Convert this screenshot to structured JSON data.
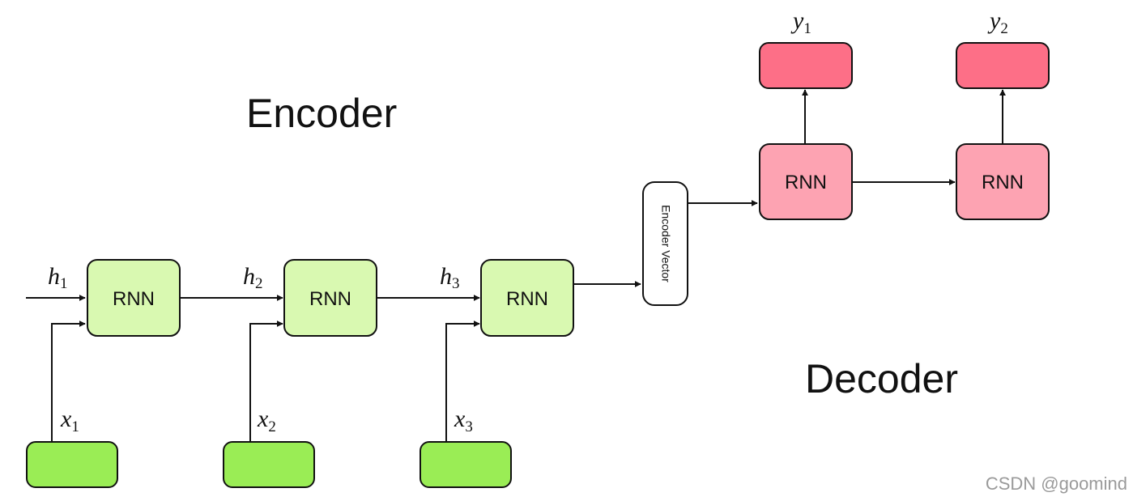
{
  "headings": {
    "encoder": "Encoder",
    "decoder": "Decoder"
  },
  "encoder": {
    "cells": [
      {
        "label": "RNN",
        "hidden": {
          "base": "h",
          "sub": "1"
        },
        "input": {
          "base": "x",
          "sub": "1"
        }
      },
      {
        "label": "RNN",
        "hidden": {
          "base": "h",
          "sub": "2"
        },
        "input": {
          "base": "x",
          "sub": "2"
        }
      },
      {
        "label": "RNN",
        "hidden": {
          "base": "h",
          "sub": "3"
        },
        "input": {
          "base": "x",
          "sub": "3"
        }
      }
    ]
  },
  "encoder_vector": {
    "label": "Encoder Vector"
  },
  "decoder": {
    "cells": [
      {
        "label": "RNN",
        "output": {
          "base": "y",
          "sub": "1"
        }
      },
      {
        "label": "RNN",
        "output": {
          "base": "y",
          "sub": "2"
        }
      }
    ]
  },
  "watermark": "CSDN @goomind",
  "colors": {
    "encoder_cell": "#d9f9b1",
    "encoder_input": "#9aed55",
    "decoder_cell": "#fda3b2",
    "decoder_output": "#fd6f87",
    "vector_box": "#ffffff",
    "stroke": "#111111"
  }
}
